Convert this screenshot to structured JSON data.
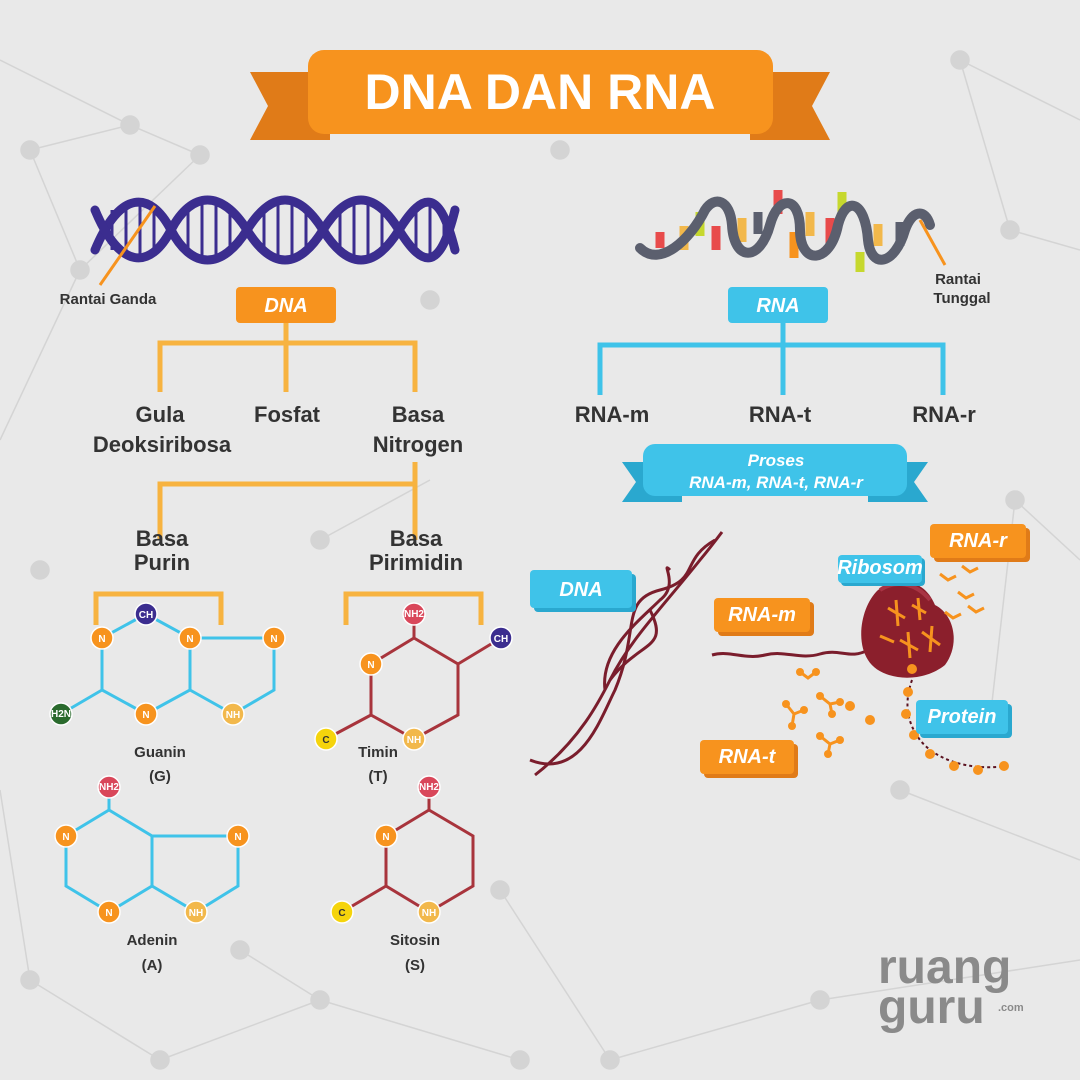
{
  "title": "DNA DAN RNA",
  "dna": {
    "strand_label": "Rantai Ganda",
    "tag": "DNA",
    "components": {
      "sugar_line1": "Gula",
      "sugar_line2": "Deoksiribosa",
      "phosphate": "Fosfat",
      "base_line1": "Basa",
      "base_line2": "Nitrogen"
    },
    "purine": {
      "line1": "Basa",
      "line2": "Purin"
    },
    "pyrimidine": {
      "line1": "Basa",
      "line2": "Pirimidin"
    },
    "bases": {
      "guanine": {
        "name": "Guanin",
        "code": "(G)"
      },
      "adenine": {
        "name": "Adenin",
        "code": "(A)"
      },
      "thymine": {
        "name": "Timin",
        "code": "(T)"
      },
      "cytosine": {
        "name": "Sitosin",
        "code": "(S)"
      }
    },
    "atoms": {
      "n": "N",
      "nh": "NH",
      "ch": "CH",
      "nh2": "NH2",
      "h2n": "H2N",
      "c": "C"
    }
  },
  "rna": {
    "strand_label_line1": "Rantai",
    "strand_label_line2": "Tunggal",
    "tag": "RNA",
    "types": [
      "RNA-m",
      "RNA-t",
      "RNA-r"
    ],
    "process_line1": "Proses",
    "process_line2": "RNA-m, RNA-t, RNA-r",
    "process_labels": {
      "dna": "DNA",
      "rna_m": "RNA-m",
      "rna_r": "RNA-r",
      "ribosome": "Ribosom",
      "protein": "Protein",
      "rna_t": "RNA-t"
    }
  },
  "brand": {
    "line1": "ruang",
    "line2": "guru",
    "suffix": ".com"
  },
  "colors": {
    "orange": "#f7931e",
    "orange_dark": "#e07b18",
    "sky": "#3fc3e9",
    "sky_dark": "#2aa8cf",
    "dna_purple": "#3b2d8f",
    "rna_gray": "#5b5f6e",
    "maroon": "#8b1f2c",
    "purine_line": "#3fc3e9",
    "pyrimidine_line": "#a8343c",
    "nitrogen": "#f7931e",
    "nh": "#f2b84b",
    "ch": "#3b2d8f",
    "nh2": "#d9475a",
    "h2n": "#2a6a2d",
    "carbon": "#f5d40c"
  }
}
